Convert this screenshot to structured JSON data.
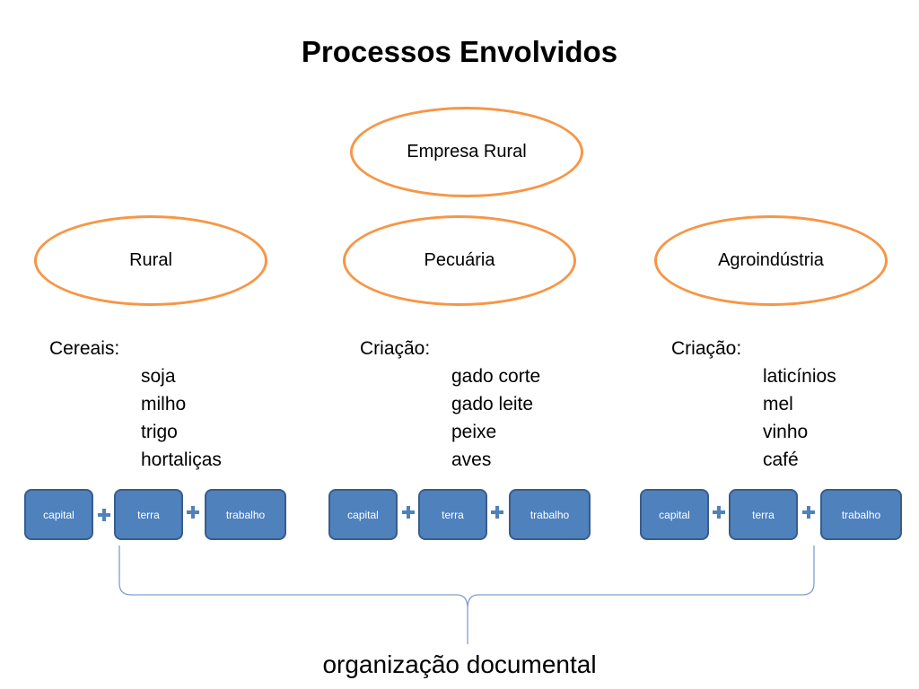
{
  "title": "Processos Envolvidos",
  "top_node": "Empresa Rural",
  "columns": [
    {
      "name": "Rural",
      "heading": "Cereais:",
      "items": [
        "soja",
        "milho",
        "trigo",
        "hortaliças"
      ],
      "factors": [
        "capital",
        "terra",
        "trabalho"
      ]
    },
    {
      "name": "Pecuária",
      "heading": "Criação:",
      "items": [
        "gado corte",
        "gado leite",
        "peixe",
        "aves"
      ],
      "factors": [
        "capital",
        "terra",
        "trabalho"
      ]
    },
    {
      "name": "Agroindústria",
      "heading": "Criação:",
      "items": [
        "laticínios",
        "mel",
        "vinho",
        "café"
      ],
      "factors": [
        "capital",
        "terra",
        "trabalho"
      ]
    }
  ],
  "footer": "organização documental",
  "colors": {
    "oval_border": "#f79646",
    "box_fill": "#4f81bd",
    "box_border": "#385d8a",
    "brace": "#7f9fcf"
  }
}
